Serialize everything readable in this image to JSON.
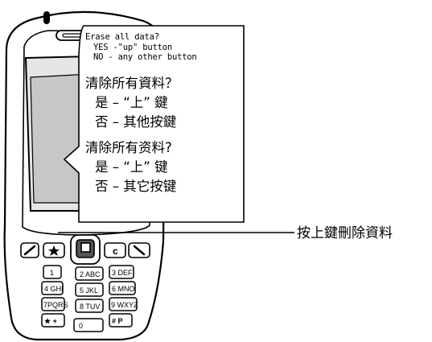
{
  "dialog": {
    "english": [
      "Erase all data?",
      "YES -\"up\" button",
      "NO - any other button"
    ],
    "traditional_chinese": [
      "清除所有資料？",
      "是 – “上” 鍵",
      "否 – 其他按鍵"
    ],
    "simplified_chinese": [
      "清除所有资料?",
      "是 – “上” 键",
      "否 – 其它按键"
    ]
  },
  "callout": {
    "label": "按上鍵刪除資料"
  },
  "phone": {
    "keys": {
      "row1": [
        "c"
      ],
      "row2": [
        "1",
        "2 ABC",
        "3 DEF"
      ],
      "row3": [
        "4 GHI",
        "5 JKL",
        "6 MNO"
      ],
      "row4": [
        "7PQRS",
        "8 TUV",
        "9 WXYZ"
      ],
      "row5": [
        "★ +",
        "0",
        "# P"
      ]
    },
    "icons": [
      "call-icon",
      "star-softkey-icon",
      "up-nav-key-icon",
      "end-call-icon"
    ]
  }
}
